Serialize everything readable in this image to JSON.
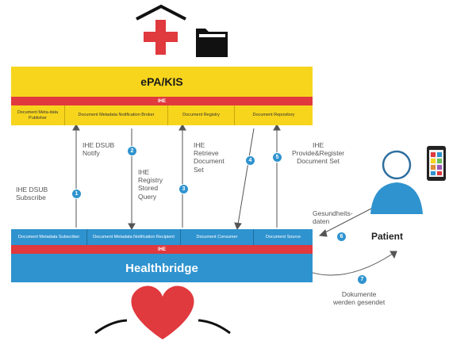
{
  "epa": {
    "title": "ePA/KIS",
    "band": "IHE",
    "cells": [
      "Document Meta-data Publisher",
      "Document Metadata Notification Broker",
      "Document Registry",
      "Document Repository"
    ]
  },
  "healthbridge": {
    "title": "Healthbridge",
    "band": "IHE",
    "cells": [
      "Document Metadata Subscriber",
      "Document Metadata Notification Recipient",
      "Document Consumer",
      "Document Source"
    ]
  },
  "labels": {
    "dsub_subscribe": "IHE DSUB\nSubscribe",
    "dsub_notify": "IHE DSUB\nNotify",
    "registry_query": "IHE\nRegistry\nStored\nQuery",
    "retrieve": "IHE\nRetrieve\nDocument\nSet",
    "provide_register": "IHE\nProvide&Register\nDocument Set",
    "gesundheitsdaten": "Gesundheits-\ndaten",
    "dokumente": "Dokumente\nwerden gesendet",
    "patient": "Patient"
  },
  "steps": [
    "1",
    "2",
    "3",
    "4",
    "5",
    "6",
    "7"
  ],
  "colors": {
    "yellow": "#f7d51d",
    "red": "#e0393e",
    "blue": "#2f93cf"
  }
}
